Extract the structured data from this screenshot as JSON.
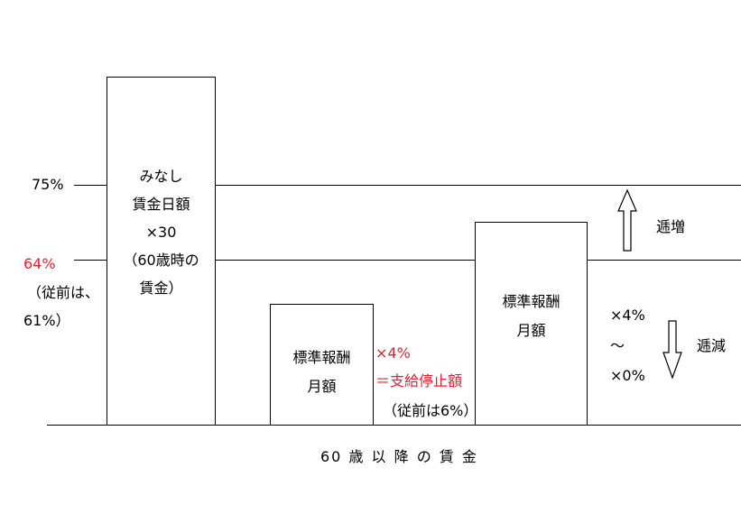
{
  "levels": {
    "p75": "75%",
    "p64": "64%",
    "prev_note_line1": "（従前は、",
    "prev_note_line2": "61%）"
  },
  "bars": {
    "deemed_wage": {
      "lines": [
        "みなし",
        "賃金日額",
        "×30",
        "（60歳時の",
        "賃金）"
      ]
    },
    "standard_low": {
      "lines": [
        "標準報酬",
        "月額"
      ]
    },
    "standard_high": {
      "lines": [
        "標準報酬",
        "月額"
      ]
    }
  },
  "suspension": {
    "rate": "×4%",
    "label": "＝支給停止額",
    "prev": "（従前は6%）"
  },
  "right": {
    "increase_label": "逓増",
    "rate_top": "×4%",
    "tilde": "～",
    "rate_bottom": "×0%",
    "decrease_label": "逓減"
  },
  "x_axis_label": "60 歳 以 降 の 賃 金",
  "colors": {
    "red": "#e0242f",
    "line": "#000000"
  }
}
